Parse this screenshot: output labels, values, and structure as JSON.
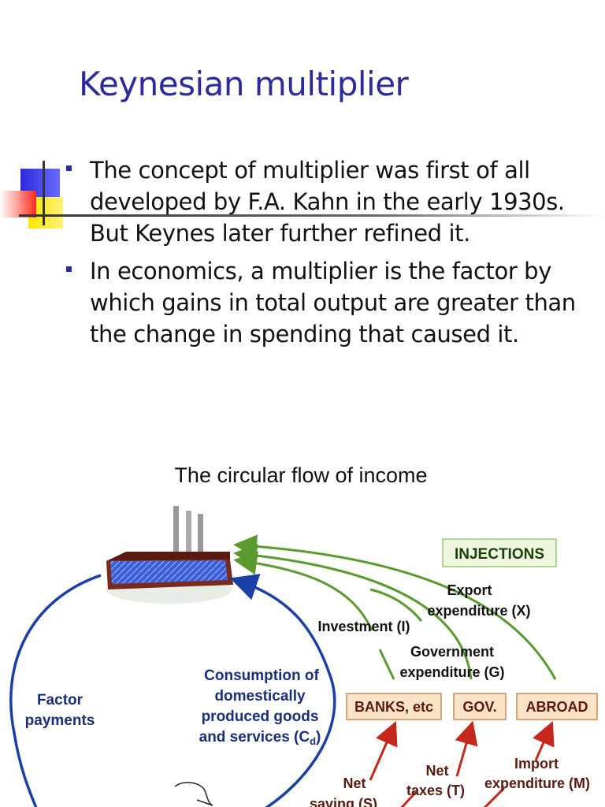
{
  "slide": {
    "title": "Keynesian multiplier",
    "bullets": [
      "The concept of multiplier was first of all developed by F.A. Kahn in the early 1930s. But Keynes later further refined it.",
      "In economics, a multiplier is the factor by which gains in total output are greater than the change in spending that caused it."
    ]
  },
  "diagram": {
    "title": "The circular flow of income",
    "injections_label": "INJECTIONS",
    "export_line1": "Export",
    "export_line2": "expenditure (X)",
    "investment": "Investment (I)",
    "gov_line1": "Government",
    "gov_line2": "expenditure (G)",
    "factor_line1": "Factor",
    "factor_line2": "payments",
    "consumption_lines": [
      "Consumption of",
      "domestically",
      "produced goods",
      "and services (C"
    ],
    "consumption_subscript": "d",
    "boxes": [
      "BANKS, etc",
      "GOV.",
      "ABROAD"
    ],
    "net_saving_line1": "Net",
    "net_saving_line2": "saving (S)",
    "net_taxes_line1": "Net",
    "net_taxes_line2": "taxes (T)",
    "import_line1": "Import",
    "import_line2": "expenditure (M)",
    "colors": {
      "blue": "#1a3fa6",
      "green": "#5b9a2e",
      "red": "#c4271c",
      "box_fill": "#fae3c6",
      "box_border": "#c88a5a",
      "inj_fill": "#eef7dd",
      "inj_border": "#9cc57a"
    }
  }
}
